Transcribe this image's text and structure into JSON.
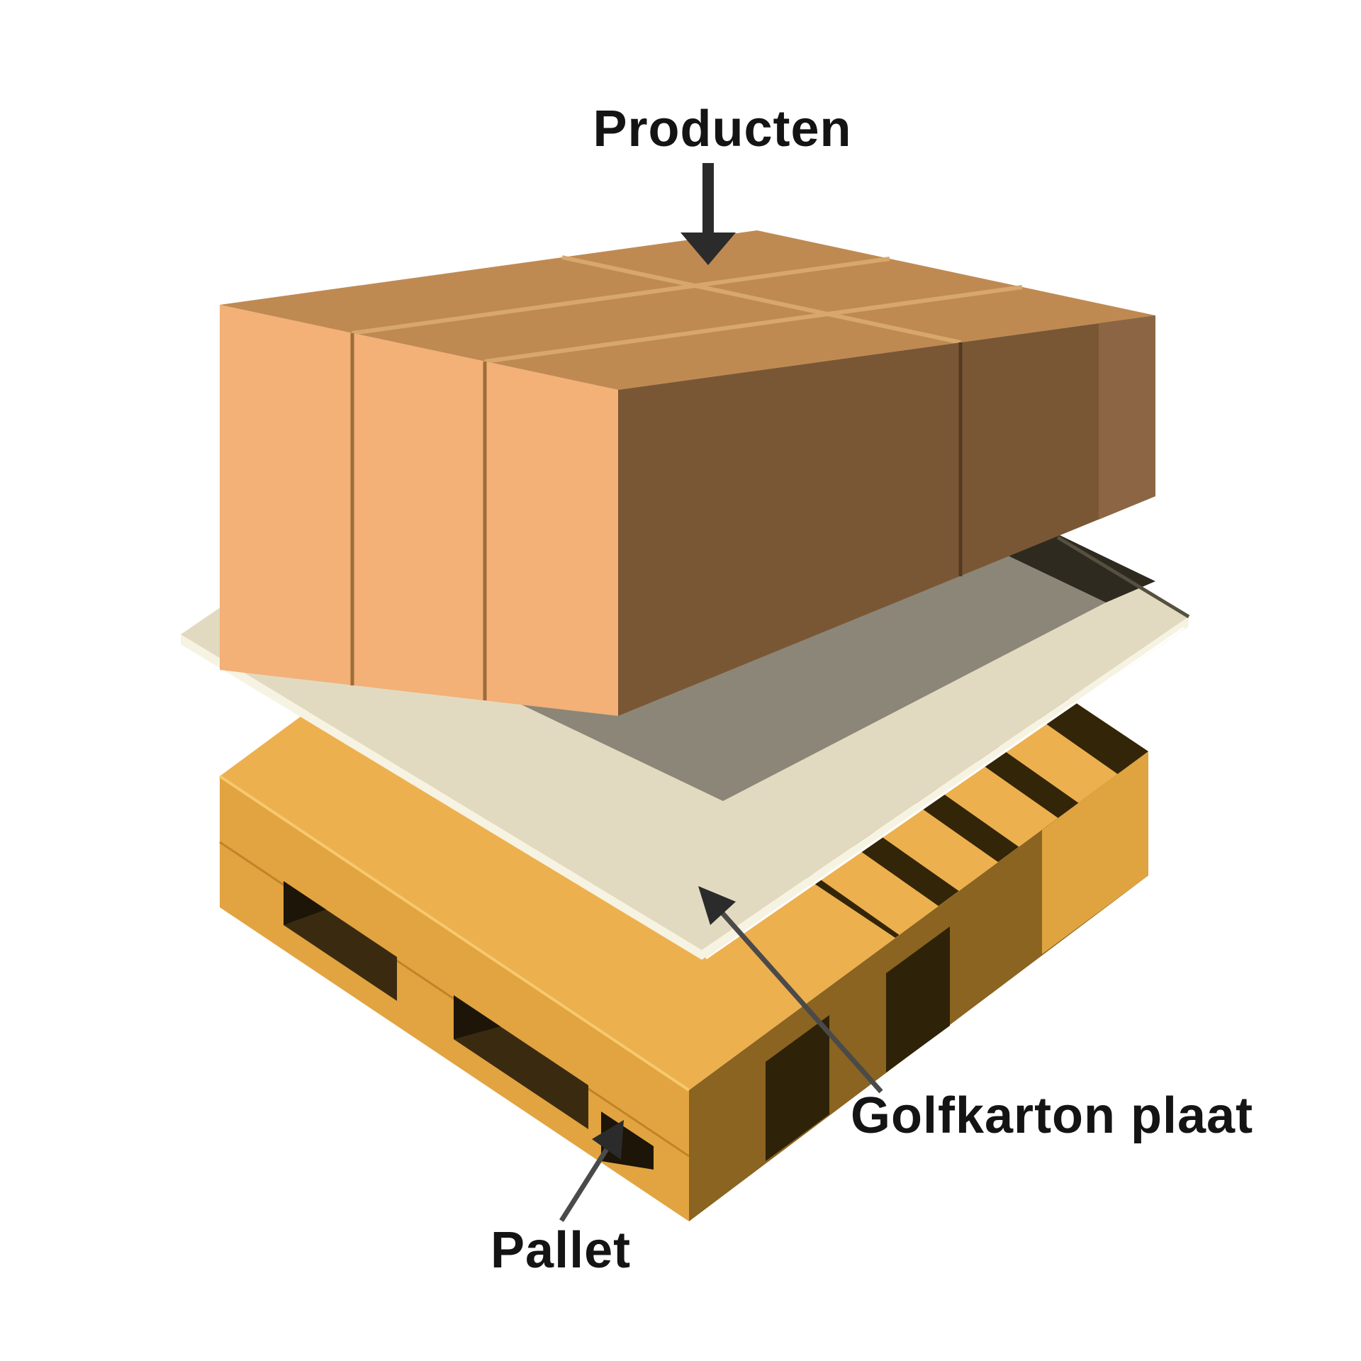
{
  "labels": {
    "products": "Producten",
    "sheet": "Golfkarton plaat",
    "pallet": "Pallet"
  },
  "annotations": [
    {
      "label": "Producten",
      "arrow_direction": "down",
      "points_to": "stack of boxes"
    },
    {
      "label": "Golfkarton plaat",
      "arrow_direction": "up-left",
      "points_to": "corrugated board sheet"
    },
    {
      "label": "Pallet",
      "arrow_direction": "up-right",
      "points_to": "wooden pallet corner block"
    }
  ],
  "palette": {
    "background": "#ffffff",
    "text": "#141414",
    "arrow": "#2b2b2b",
    "leader_line": "#4a4a4a",
    "box_top": "#bf8a52",
    "box_left": "#f3b077",
    "box_right": "#7a5734",
    "box_right_light": "#8c6644",
    "box_seam_left": "#9c6d3b",
    "box_seam_top": "#d7a76b",
    "box_seam_right": "#54391f",
    "sheet_top": "#e2dac0",
    "sheet_edge_light": "#f7f3e2",
    "sheet_edge_line": "#55503f",
    "shadow_gray": "#8b8677",
    "shadow_dark": "#2e2a20",
    "pallet_top": "#edb04f",
    "pallet_left": "#e2a440",
    "pallet_right": "#8a6420",
    "pallet_block": "#dfa440",
    "pallet_dark": "#332508",
    "pallet_gap": "#3a2b10",
    "pallet_notch_dark": "#1c1508",
    "pallet_edge_light": "#f6c96e",
    "glint": "#ffffff"
  }
}
